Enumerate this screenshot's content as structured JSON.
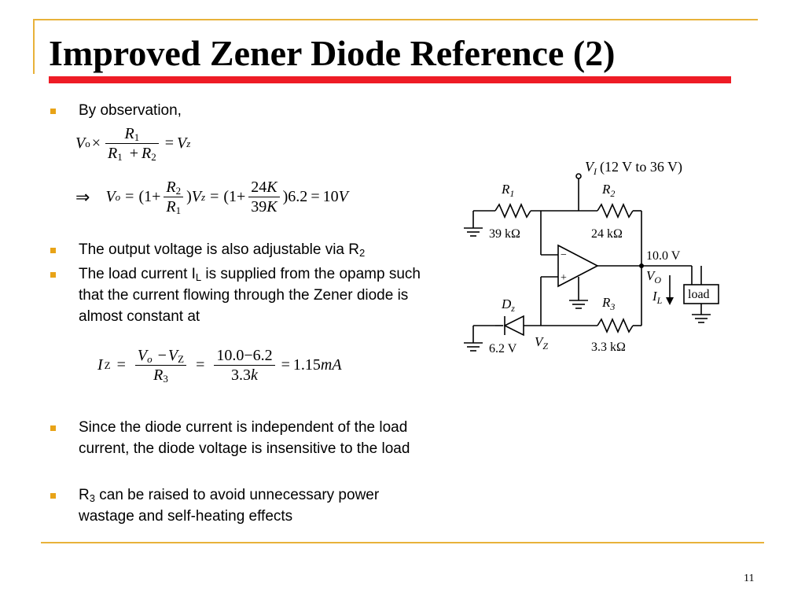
{
  "slide": {
    "title": "Improved Zener Diode Reference (2)",
    "page_number": "11"
  },
  "bullets": {
    "b1": "By observation,",
    "b2_text": "The output voltage is also adjustable via R",
    "b2_sub": "2",
    "b3_pre": "The load current I",
    "b3_sub": "L",
    "b3_post": " is supplied from the opamp such that the current flowing through the Zener diode is almost constant at",
    "b4": "Since the diode current is independent of the load current, the diode voltage is insensitive to the load",
    "b5_pre": "R",
    "b5_sub": "3",
    "b5_post": " can be raised to avoid unnecessary power wastage and self-heating effects"
  },
  "eq1": {
    "V": "V",
    "o": "o",
    "times": "×",
    "num_R": "R",
    "num_sub": "1",
    "den_R1": "R",
    "den_s1": "1",
    "plus": "+",
    "den_R2": "R",
    "den_s2": "2",
    "eq": "=",
    "Vz": "V",
    "z": "z"
  },
  "eq2": {
    "implies": "⇒",
    "V": "V",
    "o": "o",
    "eq1": "=",
    "open": "(1+",
    "n1R": "R",
    "n1s": "2",
    "d1R": "R",
    "d1s": "1",
    "close1": ")",
    "Vz": "V",
    "z": "z",
    "eq2": "=",
    "open2": "(1+",
    "n2": "24",
    "n2K": "K",
    "d2": "39",
    "d2K": "K",
    "close2": ")6.2",
    "eq3": "=",
    "result": "10",
    "resultV": "V"
  },
  "eq3": {
    "I": "I",
    "Z": "Z",
    "eq1": "=",
    "nV1": "V",
    "nV1s": "o",
    "minus": "−",
    "nV2": "V",
    "nV2s": "Z",
    "dR": "R",
    "dRs": "3",
    "eq2": "=",
    "n2": "10.0−6.2",
    "d2": "3.3",
    "d2k": "k",
    "eq3": "=",
    "result": "1.15",
    "unit": "mA"
  },
  "circuit": {
    "vi_V": "V",
    "vi_sub": "I",
    "vi_range": "(12 V to 36 V)",
    "r1_R": "R",
    "r1_sub": "1",
    "r1_val": "39 kΩ",
    "r2_R": "R",
    "r2_sub": "2",
    "r2_val": "24 kΩ",
    "r3_R": "R",
    "r3_sub": "3",
    "r3_val": "3.3 kΩ",
    "dz_D": "D",
    "dz_sub": "z",
    "dz_val": "6.2 V",
    "vz_V": "V",
    "vz_sub": "Z",
    "out_val": "10.0 V",
    "vo_V": "V",
    "vo_sub": "O",
    "il_I": "I",
    "il_sub": "L",
    "load": "load",
    "minus": "−",
    "plus": "+"
  },
  "colors": {
    "accent_gold": "#e8b23a",
    "title_bar_red": "#ee1c25",
    "bullet_orange": "#e8a317"
  }
}
